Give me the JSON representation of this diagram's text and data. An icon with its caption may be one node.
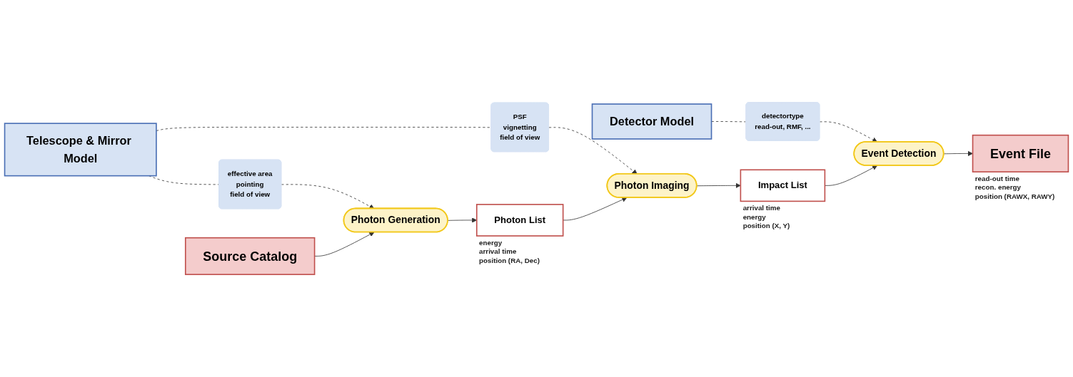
{
  "diagram": {
    "nodes": [
      {
        "text": [
          "Telescope & Mirror Model"
        ]
      },
      {
        "text": [
          "Detector Model"
        ]
      },
      {
        "text": [
          "effective area",
          "pointing",
          "field of view"
        ]
      },
      {
        "text": [
          "PSF",
          "vignetting",
          "field of view"
        ]
      },
      {
        "text": [
          "detectortype",
          "read-out, RMF, ..."
        ]
      },
      {
        "text": [
          "Source Catalog"
        ]
      },
      {
        "text": [
          "Photon Generation"
        ]
      },
      {
        "text": [
          "Photon List"
        ],
        "beside": [
          "energy",
          "arrival time",
          "position (RA, Dec)"
        ]
      },
      {
        "text": [
          "Photon Imaging"
        ]
      },
      {
        "text": [
          "Impact List"
        ],
        "beside": [
          "arrival time",
          "energy",
          "position (X, Y)"
        ]
      },
      {
        "text": [
          "Event Detection"
        ]
      },
      {
        "text": [
          "Event File"
        ],
        "beside": [
          "read-out time",
          "recon. energy",
          "position (RAWX, RAWY)"
        ]
      }
    ],
    "edges": [
      {
        "from": 0,
        "to": 2,
        "arrow": "none",
        "style": "dashed"
      },
      {
        "from": 2,
        "to": 6,
        "arrow": "to",
        "style": "dashed"
      },
      {
        "from": 0,
        "to": 3,
        "arrow": "none",
        "style": "dashed"
      },
      {
        "from": 3,
        "to": 8,
        "arrow": "to",
        "style": "dashed"
      },
      {
        "from": 1,
        "to": 4,
        "arrow": "none",
        "style": "dashed"
      },
      {
        "from": 4,
        "to": 10,
        "arrow": "to",
        "style": "dashed"
      },
      {
        "from": 5,
        "to": 6,
        "arrow": "to"
      },
      {
        "from": 6,
        "to": 7,
        "arrow": "to"
      },
      {
        "from": 7,
        "to": 8,
        "arrow": "to"
      },
      {
        "from": 8,
        "to": 9,
        "arrow": "to"
      },
      {
        "from": 9,
        "to": 10,
        "arrow": "to"
      },
      {
        "from": 10,
        "to": 11,
        "arrow": "to"
      }
    ]
  }
}
